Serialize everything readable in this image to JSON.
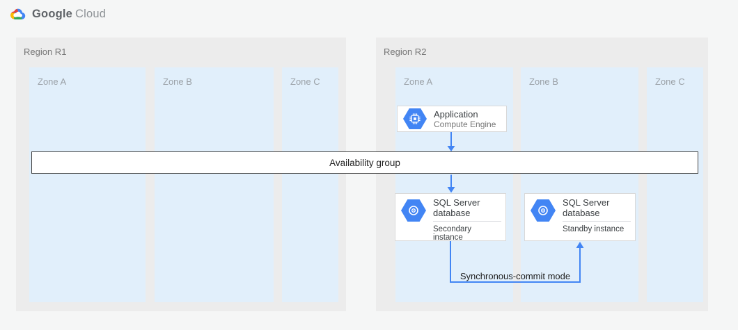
{
  "header": {
    "brand_google": "Google",
    "brand_cloud": "Cloud"
  },
  "regions": [
    {
      "label": "Region R1",
      "zones": [
        {
          "label": "Zone A"
        },
        {
          "label": "Zone B"
        },
        {
          "label": "Zone C"
        }
      ]
    },
    {
      "label": "Region R2",
      "zones": [
        {
          "label": "Zone A"
        },
        {
          "label": "Zone B"
        },
        {
          "label": "Zone C"
        }
      ]
    }
  ],
  "availability_group": {
    "label": "Availability group"
  },
  "nodes": {
    "application": {
      "title": "Application",
      "subtitle": "Compute Engine",
      "icon": "compute-engine-icon"
    },
    "sql_secondary": {
      "title": "SQL Server database",
      "instance": "Secondary instance",
      "icon": "sql-server-database-icon"
    },
    "sql_standby": {
      "title": "SQL Server database",
      "instance": "Standby instance",
      "icon": "sql-server-database-icon"
    }
  },
  "connections": {
    "sync_commit_label": "Synchronous-commit mode"
  },
  "colors": {
    "accent_blue": "#4285f4",
    "zone_fill": "#e1effb",
    "region_fill": "#ececec",
    "page_bg": "#f5f6f6",
    "bar_border": "#424242"
  }
}
